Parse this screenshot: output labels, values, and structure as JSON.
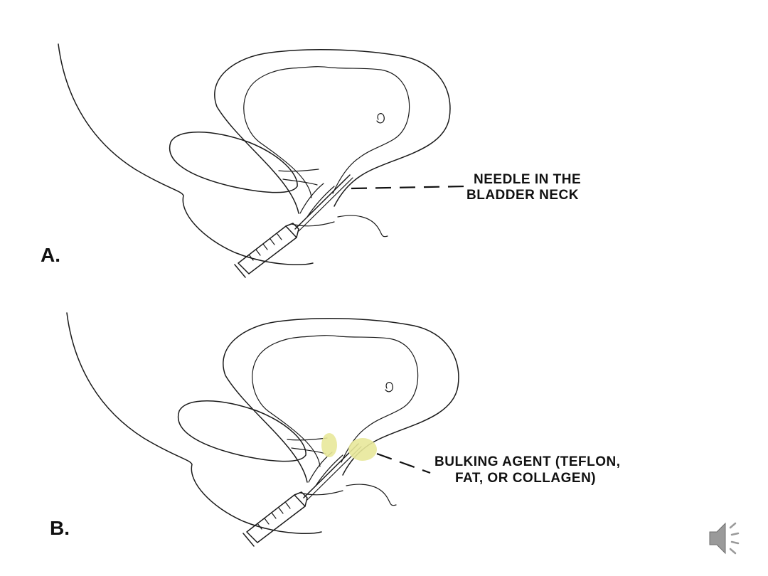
{
  "panels": [
    {
      "label": "A.",
      "callout": [
        "NEEDLE IN THE",
        "BLADDER NECK"
      ]
    },
    {
      "label": "B.",
      "callout": [
        "BULKING AGENT (TEFLON,",
        "FAT, OR COLLAGEN)"
      ]
    }
  ],
  "icons": {
    "audio": "speaker-icon"
  },
  "colors": {
    "bulking_agent": "#e8e89a",
    "line": "#1a1a1a"
  }
}
